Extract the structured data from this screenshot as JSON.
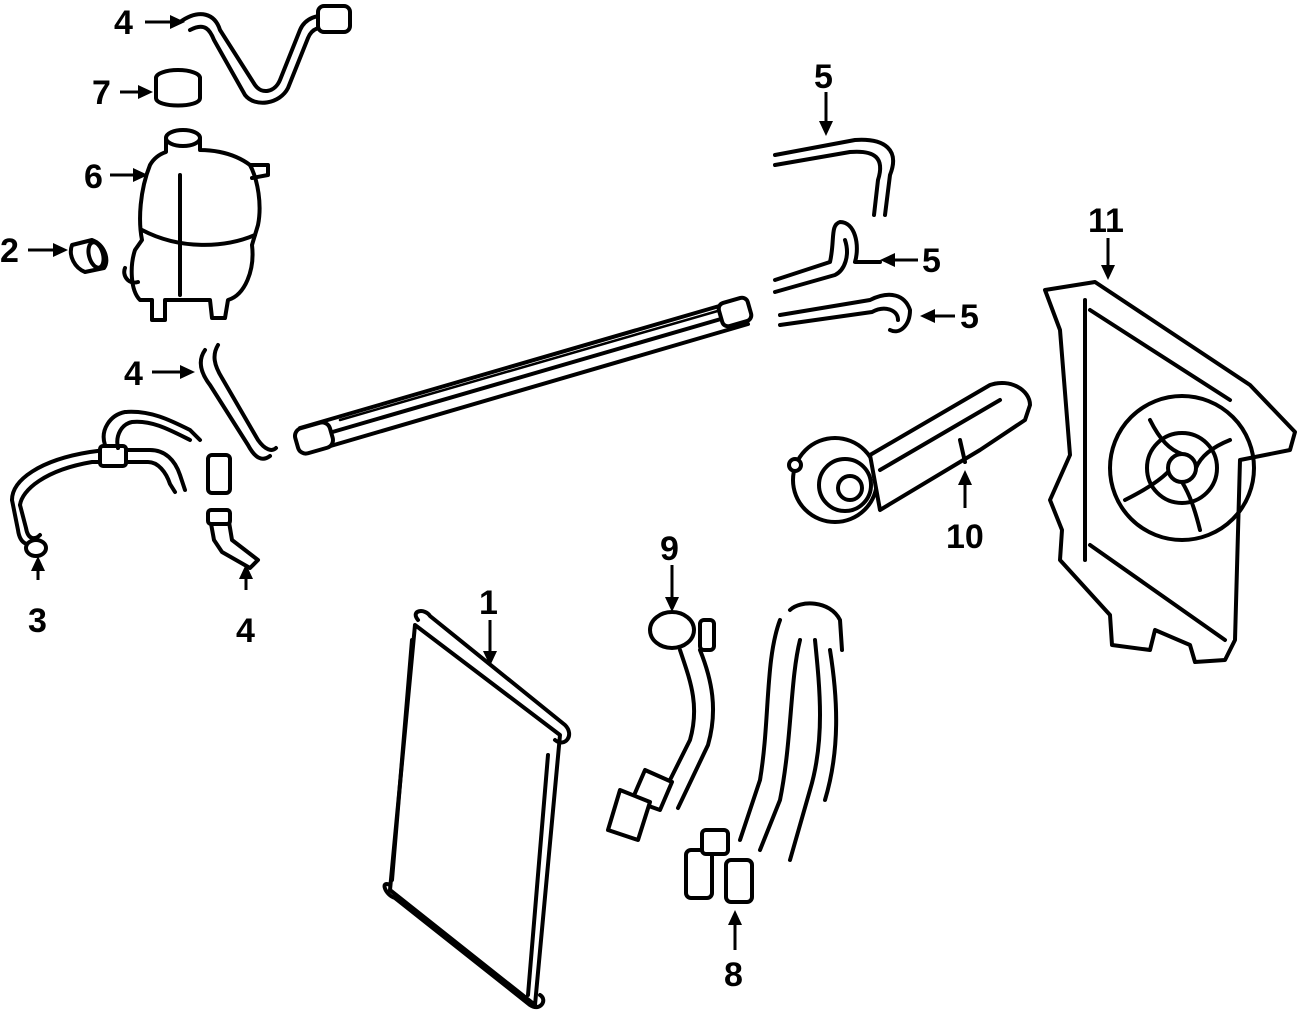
{
  "callouts": {
    "c1": "1",
    "c2": "2",
    "c3": "3",
    "c4a": "4",
    "c4b": "4",
    "c4c": "4",
    "c5a": "5",
    "c5b": "5",
    "c5c": "5",
    "c6": "6",
    "c7": "7",
    "c8": "8",
    "c9": "9",
    "c10": "10",
    "c11": "11"
  }
}
